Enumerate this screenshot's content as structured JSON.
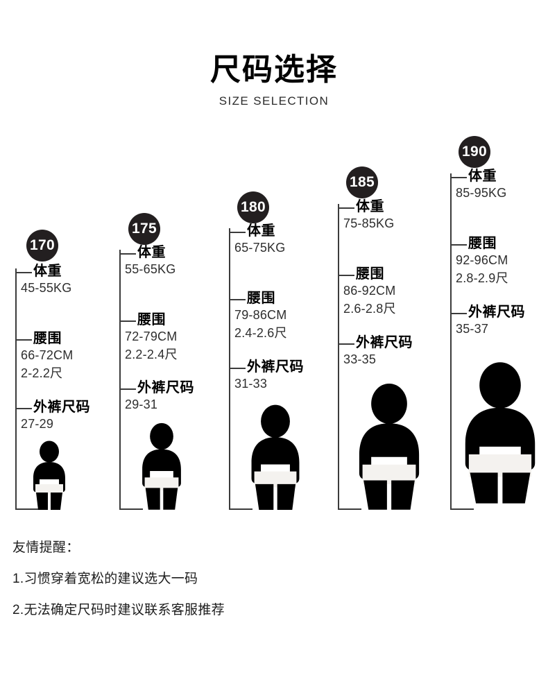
{
  "header": {
    "title_cn": "尺码选择",
    "title_en": "SIZE SELECTION"
  },
  "field_labels": {
    "weight": "体重",
    "waist": "腰围",
    "pants_size": "外裤尺码"
  },
  "columns": [
    {
      "size": "170",
      "weight_label": "体重",
      "weight_value": "45-55KG",
      "waist_label": "腰围",
      "waist_value_cm": "66-72CM",
      "waist_value_chi": "2-2.2尺",
      "pants_label": "外裤尺码",
      "pants_value": "27-29"
    },
    {
      "size": "175",
      "weight_label": "体重",
      "weight_value": "55-65KG",
      "waist_label": "腰围",
      "waist_value_cm": "72-79CM",
      "waist_value_chi": "2.2-2.4尺",
      "pants_label": "外裤尺码",
      "pants_value": "29-31"
    },
    {
      "size": "180",
      "weight_label": "体重",
      "weight_value": "65-75KG",
      "waist_label": "腰围",
      "waist_value_cm": "79-86CM",
      "waist_value_chi": "2.4-2.6尺",
      "pants_label": "外裤尺码",
      "pants_value": "31-33"
    },
    {
      "size": "185",
      "weight_label": "体重",
      "weight_value": "75-85KG",
      "waist_label": "腰围",
      "waist_value_cm": "86-92CM",
      "waist_value_chi": "2.6-2.8尺",
      "pants_label": "外裤尺码",
      "pants_value": "33-35"
    },
    {
      "size": "190",
      "weight_label": "体重",
      "weight_value": "85-95KG",
      "waist_label": "腰围",
      "waist_value_cm": "92-96CM",
      "waist_value_chi": "2.8-2.9尺",
      "pants_label": "外裤尺码",
      "pants_value": "35-37"
    }
  ],
  "notes": {
    "heading": "友情提醒：",
    "items": [
      "1.习惯穿着宽松的建议选大一码",
      "2.无法确定尺码时建议联系客服推荐"
    ]
  },
  "colors": {
    "badge_bg": "#231f20",
    "badge_text": "#ffffff",
    "line": "#3b3b3b",
    "silhouette": "#000000",
    "waistband": "#f4f2ef",
    "background": "#ffffff",
    "text": "#1a1a1a"
  }
}
